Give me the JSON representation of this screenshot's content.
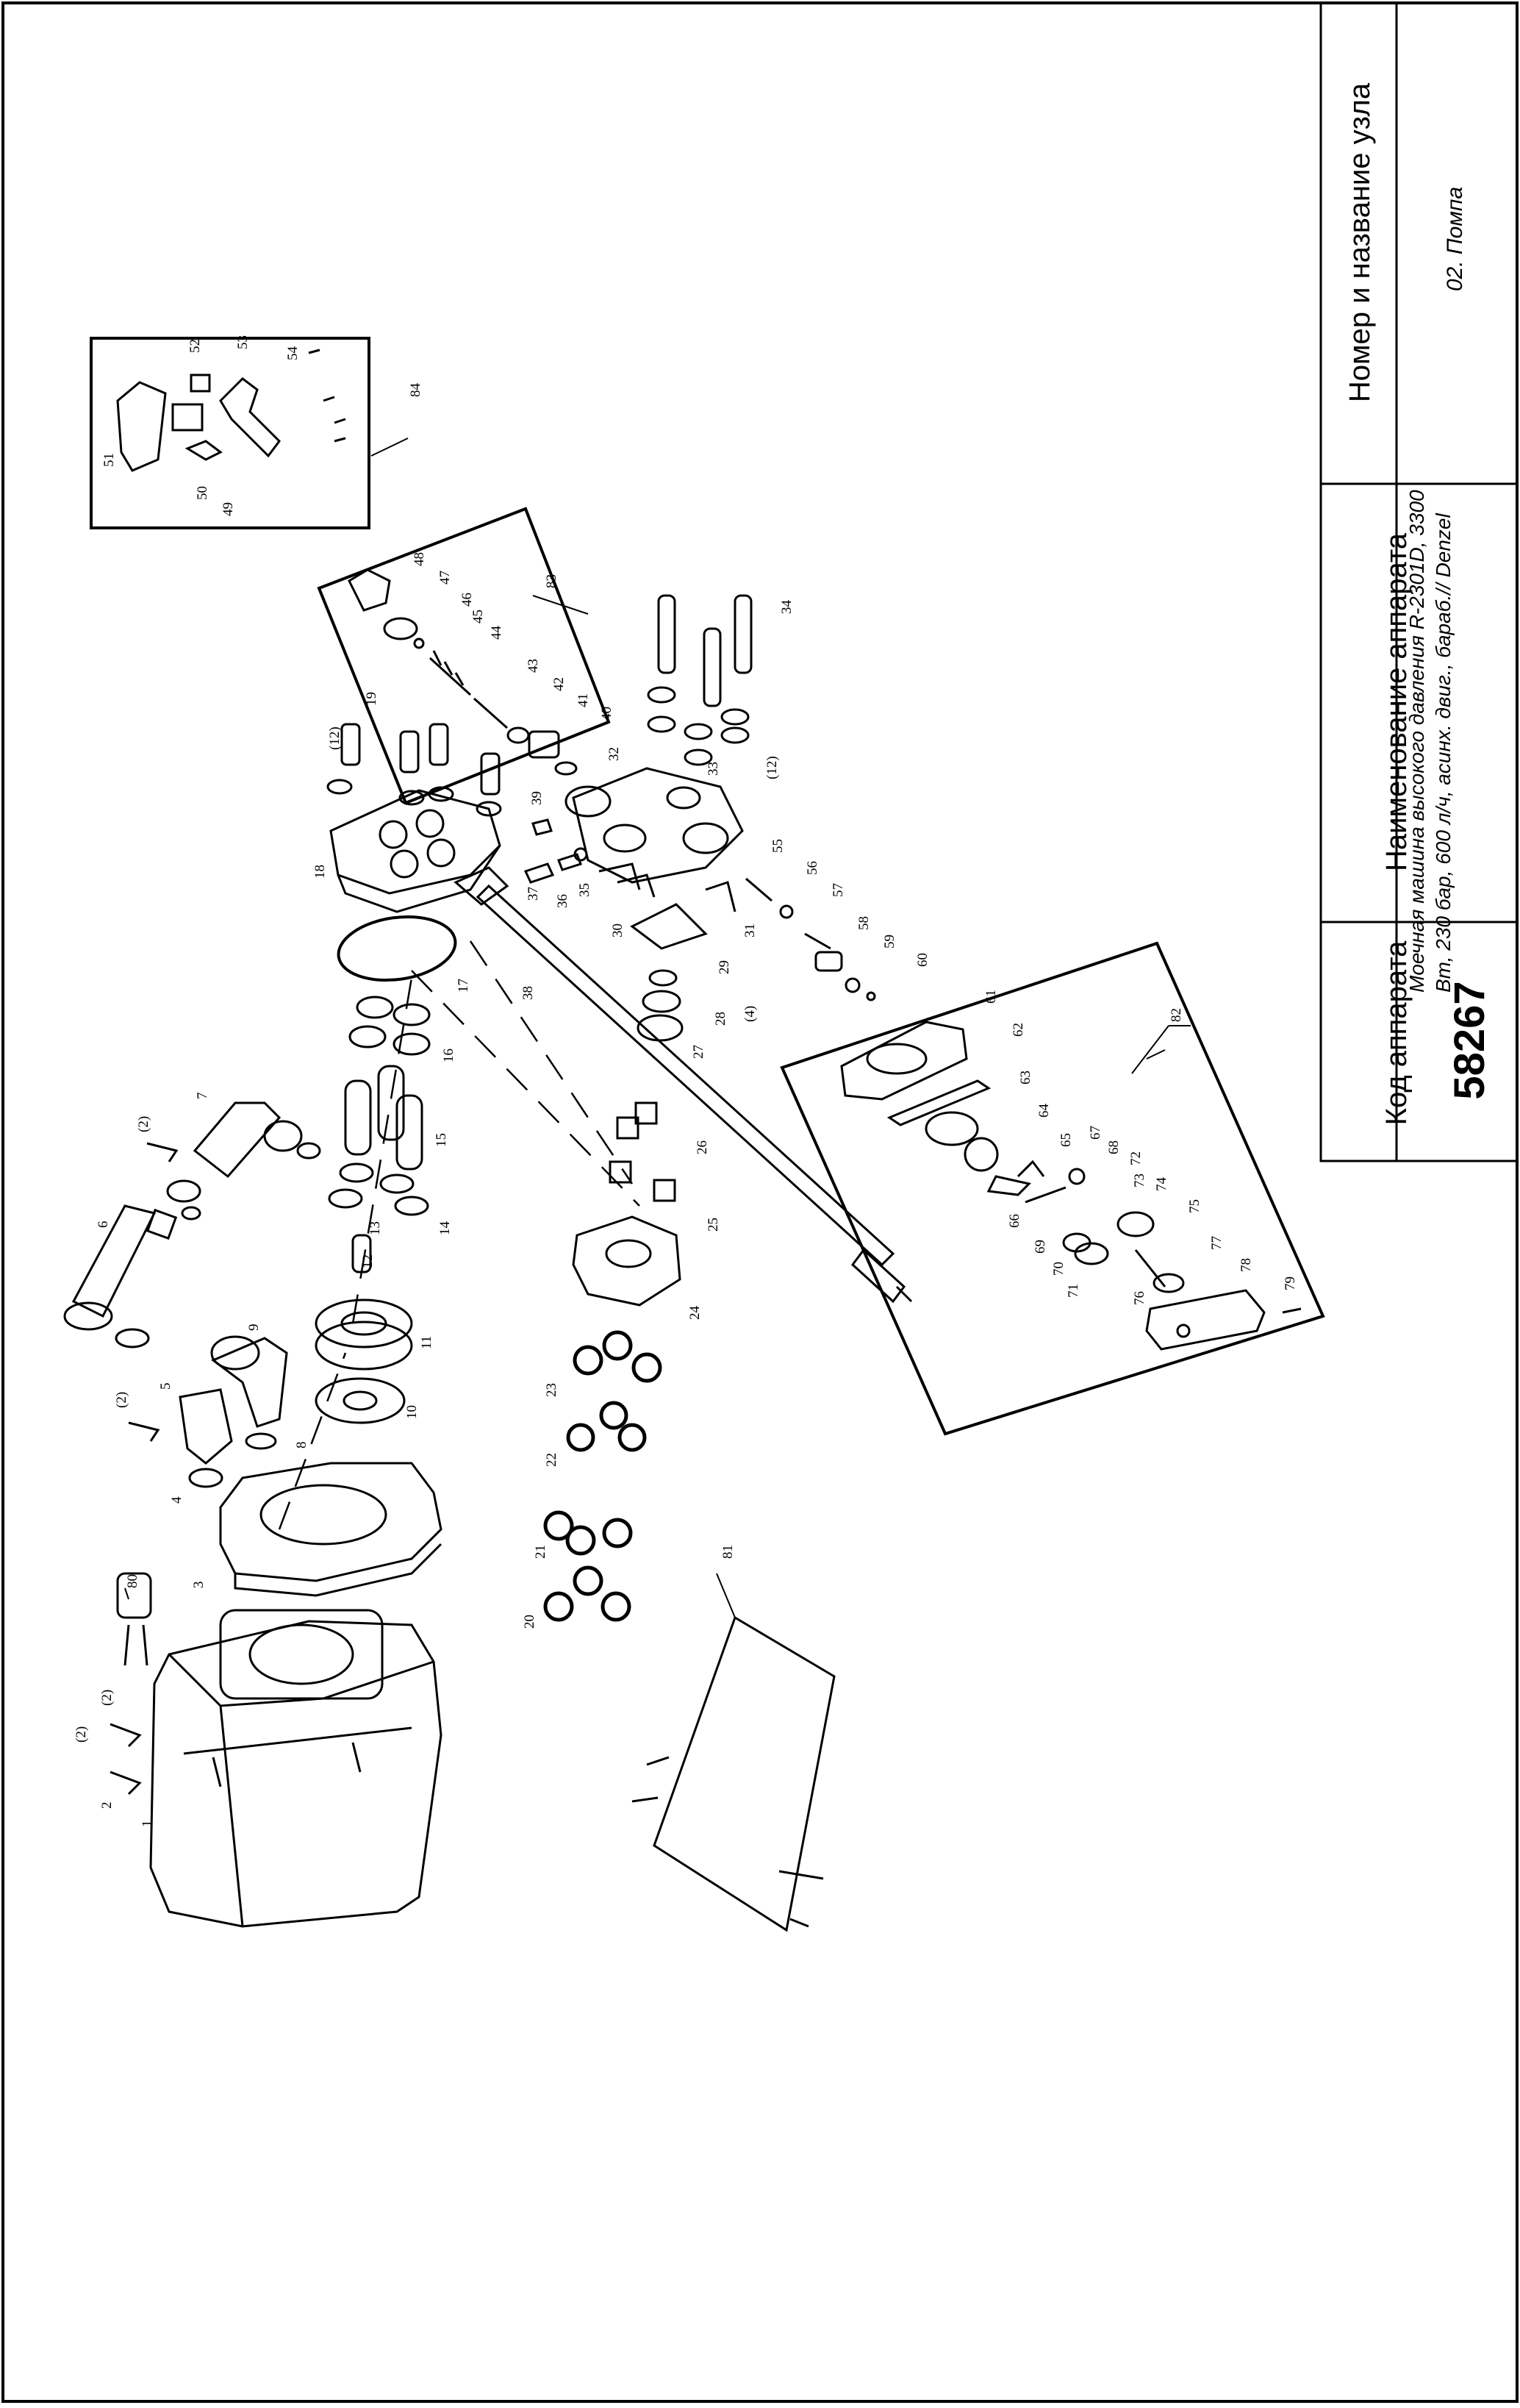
{
  "title_block": {
    "code_header": "Код аппарата",
    "code_value": "58267",
    "name_header": "Наименование аппарата",
    "name_value": "Моечная машина высокого давления R-2301D, 3300 Вт, 230 бар, 600 л/ч, асинх. двиг., бараб.// Denzel",
    "node_header": "Номер и название узла",
    "node_value": "02. Помпа"
  },
  "parts": {
    "p1": "1",
    "p2": "2",
    "p3": "3",
    "p4": "4",
    "p5": "5",
    "p6": "6",
    "p7": "7",
    "p8": "8",
    "p9": "9",
    "p10": "10",
    "p11": "11",
    "p12": "12",
    "p13": "13",
    "p14": "14",
    "p15": "15",
    "p16": "16",
    "p17": "17",
    "p18": "18",
    "p19": "19",
    "p20": "20",
    "p21": "21",
    "p22": "22",
    "p23": "23",
    "p24": "24",
    "p25": "25",
    "p26": "26",
    "p27": "27",
    "p28": "28",
    "p29": "29",
    "p30": "30",
    "p31": "31",
    "p32": "32",
    "p33": "33",
    "p34": "34",
    "p35": "35",
    "p36": "36",
    "p37": "37",
    "p38": "38",
    "p39": "39",
    "p40": "40",
    "p41": "41",
    "p42": "42",
    "p43": "43",
    "p44": "44",
    "p45": "45",
    "p46": "46",
    "p47": "47",
    "p48": "48",
    "p49": "49",
    "p50": "50",
    "p51": "51",
    "p52": "52",
    "p53": "53",
    "p54": "54",
    "p55": "55",
    "p56": "56",
    "p57": "57",
    "p58": "58",
    "p59": "59",
    "p60": "60",
    "p61": "61",
    "p62": "62",
    "p63": "63",
    "p64": "64",
    "p65": "65",
    "p66": "66",
    "p67": "67",
    "p68": "68",
    "p69": "69",
    "p70": "70",
    "p71": "71",
    "p72": "72",
    "p73": "73",
    "p74": "74",
    "p75": "75",
    "p76": "76",
    "p77": "77",
    "p78": "78",
    "p79": "79",
    "p80": "80",
    "p81": "81",
    "p82": "82",
    "p83": "83",
    "p84": "84"
  },
  "qty": {
    "q2a": "(2)",
    "q2b": "(2)",
    "q2c": "(2)",
    "q2d": "(2)",
    "q12a": "(12)",
    "q12b": "(12)",
    "q4": "(4)"
  }
}
